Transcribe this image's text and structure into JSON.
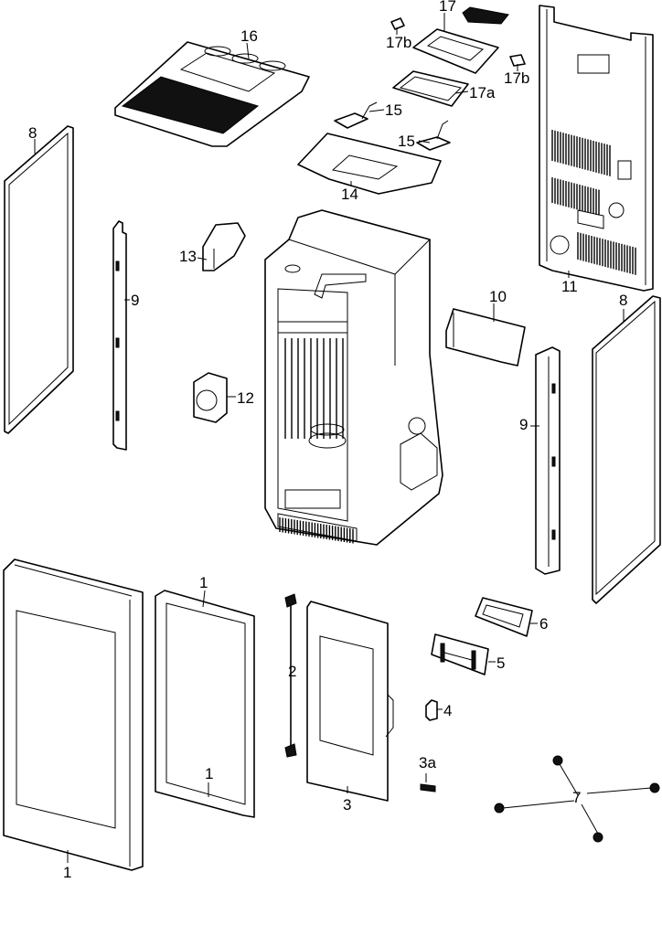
{
  "labels": {
    "p1a": "1",
    "p1b": "1",
    "p1c": "1",
    "p2": "2",
    "p3": "3",
    "p3a": "3a",
    "p4": "4",
    "p5": "5",
    "p6": "6",
    "p7": "7",
    "p8a": "8",
    "p8b": "8",
    "p9a": "9",
    "p9b": "9",
    "p10": "10",
    "p11": "11",
    "p12": "12",
    "p13": "13",
    "p14": "14",
    "p15a": "15",
    "p15b": "15",
    "p16": "16",
    "p17": "17",
    "p17a": "17a",
    "p17b_left": "17b",
    "p17b_right": "17b"
  }
}
